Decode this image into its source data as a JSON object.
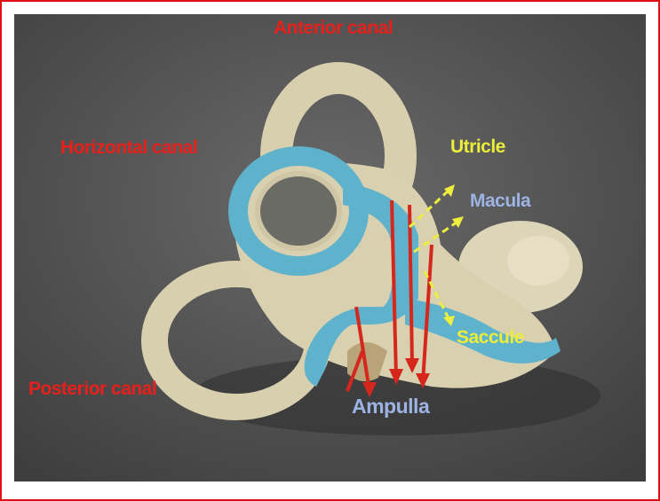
{
  "labels": {
    "anterior_canal": "Anterior canal",
    "horizontal_canal": "Horizontal canal",
    "utricle": "Utricle",
    "macula": "Macula",
    "saccule": "Saccule",
    "posterior_canal": "Posterior canal",
    "ampulla": "Ampulla"
  },
  "colors": {
    "frame_border": "#e01010",
    "background": "#5a5a5a",
    "bone_model": "#dcd3b3",
    "membranous_labyrinth": "#5fb2cc",
    "canal_label": "#e8201c",
    "otolith_label": "#ecec3a",
    "sensory_label": "#9cb3e3"
  }
}
